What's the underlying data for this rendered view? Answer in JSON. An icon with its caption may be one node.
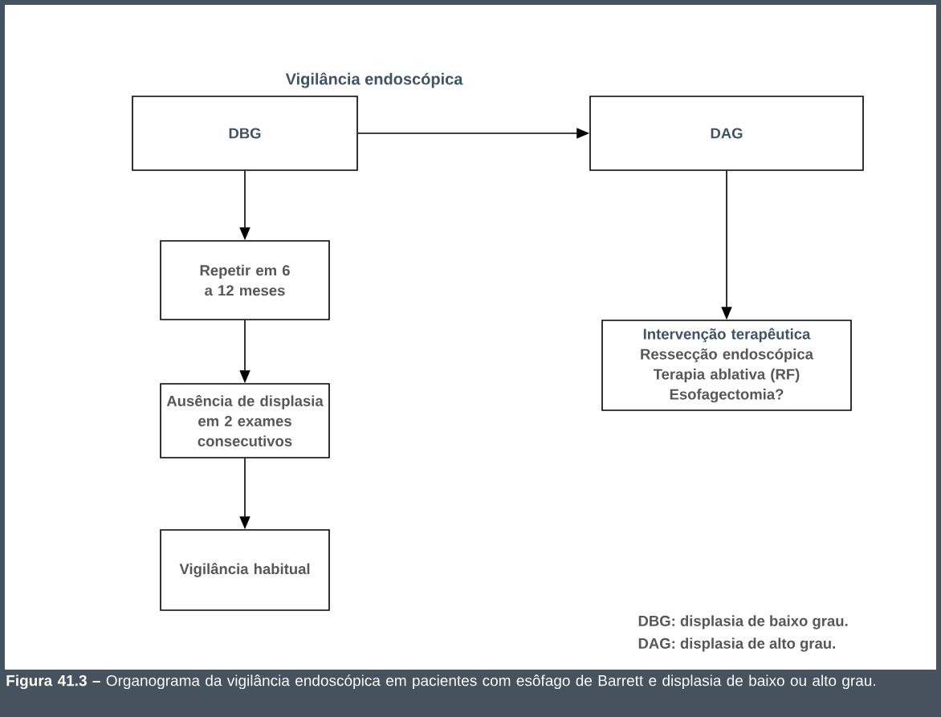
{
  "diagram": {
    "title": "Vigilância endoscópica",
    "caption": "**Figura 41.3 –** Organograma da vigilância endoscópica em pacientes com esôfago de Barrett e displasia de baixo ou alto grau.",
    "nodes": [
      {
        "text": [
          "DBG"
        ]
      },
      {
        "text": [
          "DAG"
        ]
      },
      {
        "text": [
          "Repetir em 6 a 12 meses"
        ]
      },
      {
        "text": [
          "Ausência de displasia em 2 exames consecutivos"
        ]
      },
      {
        "text": [
          "Vigilância habitual"
        ]
      },
      {
        "text": [
          "Intervenção terapêutica",
          "Ressecção endoscópica",
          "Terapia ablativa (RF)",
          "Esofagectomia?"
        ]
      }
    ],
    "edges": [
      {
        "from": 0,
        "to": 1,
        "arrow": "to"
      },
      {
        "from": 0,
        "to": 2,
        "arrow": "to"
      },
      {
        "from": 2,
        "to": 3,
        "arrow": "to"
      },
      {
        "from": 3,
        "to": 4,
        "arrow": "to"
      },
      {
        "from": 1,
        "to": 5,
        "arrow": "to"
      }
    ],
    "labels": [
      "DBG: displasia de baixo grau.",
      "DAG: displasia de alto grau."
    ]
  }
}
